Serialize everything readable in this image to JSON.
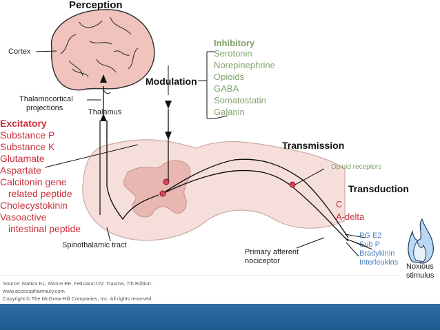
{
  "labels": {
    "perception": "Perception",
    "cortex": "Cortex",
    "thalamocortical_1": "Thalamocortical",
    "thalamocortical_2": "projections",
    "thalamus": "Thalamus",
    "modulation": "Modulation",
    "transmission": "Transmission",
    "transduction": "Transduction",
    "opioid_receptors": "Opioid receptors",
    "spinothalamic": "Spinothalamic tract",
    "primary_afferent_1": "Primary afferent",
    "primary_afferent_2": "nociceptor",
    "noxious_1": "Noxious",
    "noxious_2": "stimulus"
  },
  "inhibitory": {
    "title": "Inhibitory",
    "items": [
      "Serotonin",
      "Norepinephrine",
      "Opioids",
      "GABA",
      "Somatostatin",
      "Galanin"
    ]
  },
  "excitatory": {
    "title": "Excitatory",
    "items": [
      "Substance P",
      "Substance K",
      "Glutamate",
      "Aspartate",
      "Calcitonin gene",
      "related peptide",
      "Cholecystokinin",
      "Vasoactive",
      "intestinal peptide"
    ]
  },
  "fibers": [
    "C",
    "A-delta"
  ],
  "mediators": [
    "PG E2",
    "Sub P",
    "Bradykinin",
    "Interleukins"
  ],
  "source": {
    "line1": "Source: Mattox KL, Moore EE, Feliciano DV: Trauma, 7th Edition:",
    "line2": "www.accesspharmacy.com",
    "line3": "Copyright © The McGraw-Hill Companies, Inc. All rights reserved."
  },
  "colors": {
    "excitatory": "#c8303c",
    "inhibitory": "#7fa36b",
    "mediators": "#4a7fc1",
    "tissue": "#f3d8d4",
    "grey_matter": "#e8b5b0",
    "footer_bar": "#2a6aa3"
  }
}
